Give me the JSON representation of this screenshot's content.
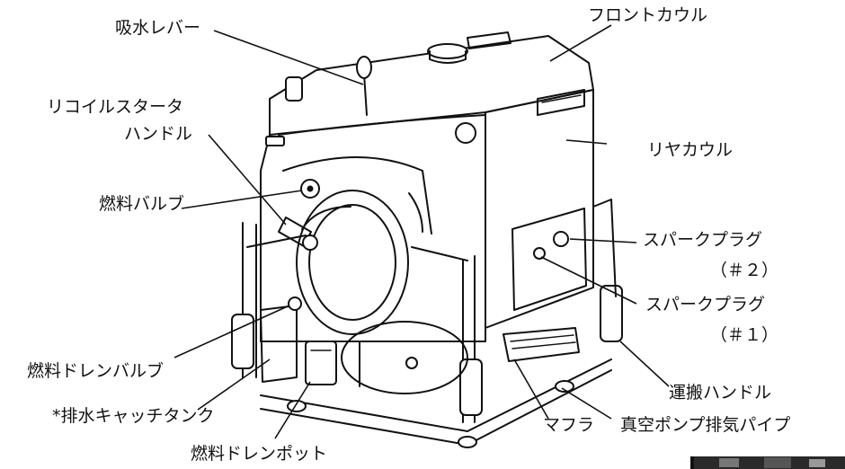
{
  "labels": {
    "suction_lever": "吸水レバー",
    "front_cowl": "フロントカウル",
    "recoil_starter_1": "リコイルスタータ",
    "recoil_starter_2": "ハンドル",
    "rear_cowl": "リヤカウル",
    "fuel_valve": "燃料バルブ",
    "spark_plug_2": "スパークプラグ",
    "spark_plug_2_num": "（＃２）",
    "spark_plug_1": "スパークプラグ",
    "spark_plug_1_num": "（＃１）",
    "fuel_drain_valve": "燃料ドレンバルブ",
    "carry_handle": "運搬ハンドル",
    "drain_catch_tank": "*排水キャッチタンク",
    "muffler": "マフラ",
    "vacuum_pump_exhaust": "真空ポンプ排気パイプ",
    "fuel_drain_pot": "燃料ドレンポット"
  }
}
